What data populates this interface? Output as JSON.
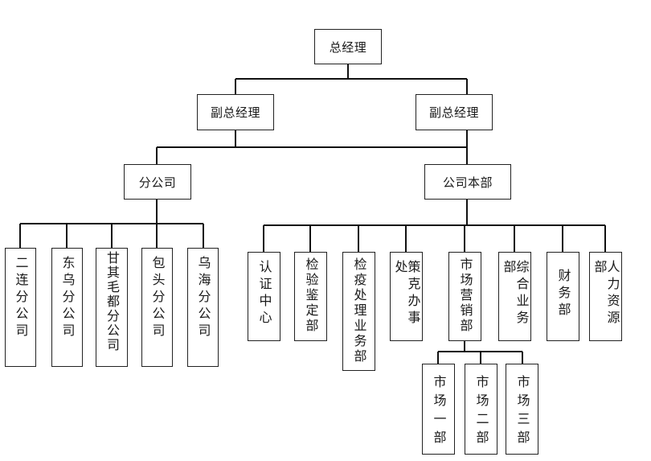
{
  "root": {
    "label": "总经理"
  },
  "deputies": [
    {
      "label": "副总经理"
    },
    {
      "label": "副总经理"
    }
  ],
  "branch_group": {
    "label": "分公司"
  },
  "hq_group": {
    "label": "公司本部"
  },
  "branches": [
    {
      "label": "二连分公司"
    },
    {
      "label": "东乌分公司"
    },
    {
      "label": "甘其毛都分公司"
    },
    {
      "label": "包头分公司"
    },
    {
      "label": "乌海分公司"
    }
  ],
  "departments": [
    {
      "label": "认证中心"
    },
    {
      "label": "检验鉴定部"
    },
    {
      "label": "检疫处理业务部"
    },
    {
      "label": "策克办事处"
    },
    {
      "label": "市场营销部"
    },
    {
      "label": "综合业务部"
    },
    {
      "label": "财务部"
    },
    {
      "label": "人力资源部"
    }
  ],
  "marketing_subdepts": [
    {
      "label": "市场一部"
    },
    {
      "label": "市场二部"
    },
    {
      "label": "市场三部"
    }
  ]
}
